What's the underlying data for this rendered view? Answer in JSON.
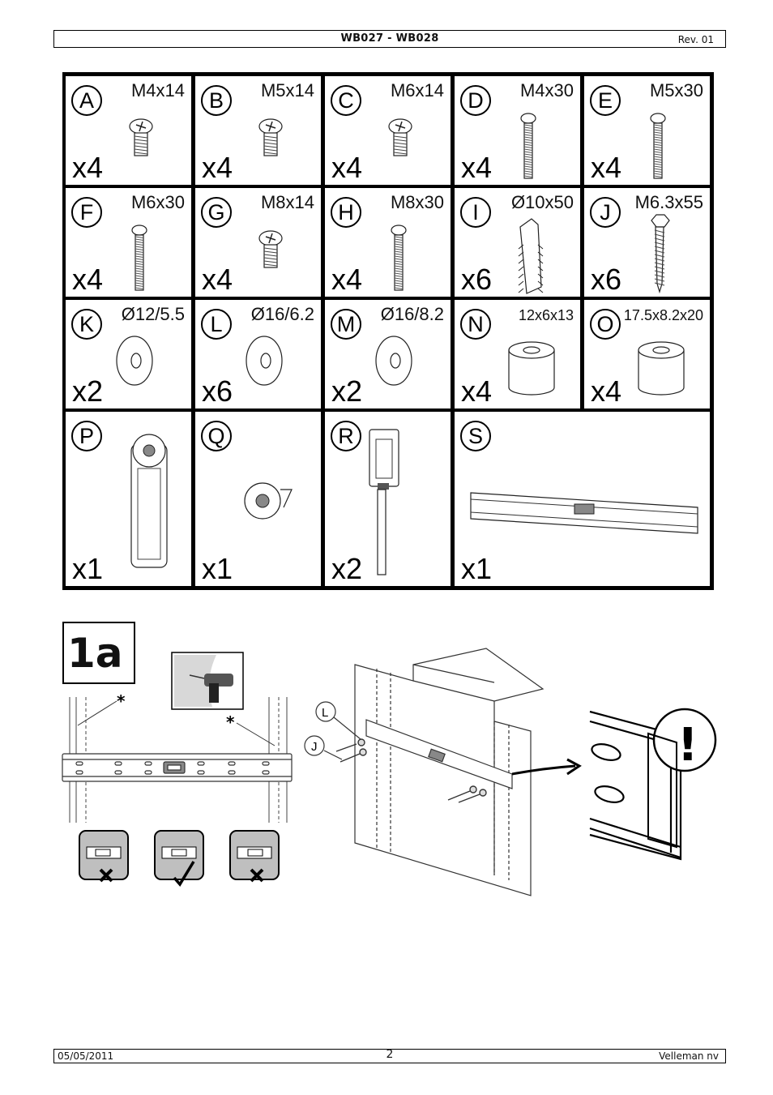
{
  "header": {
    "title": "WB027 - WB028",
    "revision": "Rev. 01"
  },
  "parts": [
    {
      "letter": "A",
      "size": "M4x14",
      "qty": "x4",
      "icon": "screw-short-icon"
    },
    {
      "letter": "B",
      "size": "M5x14",
      "qty": "x4",
      "icon": "screw-short-icon"
    },
    {
      "letter": "C",
      "size": "M6x14",
      "qty": "x4",
      "icon": "screw-short-icon"
    },
    {
      "letter": "D",
      "size": "M4x30",
      "qty": "x4",
      "icon": "screw-long-icon"
    },
    {
      "letter": "E",
      "size": "M5x30",
      "qty": "x4",
      "icon": "screw-long-icon"
    },
    {
      "letter": "F",
      "size": "M6x30",
      "qty": "x4",
      "icon": "screw-long-icon"
    },
    {
      "letter": "G",
      "size": "M8x14",
      "qty": "x4",
      "icon": "screw-short-icon"
    },
    {
      "letter": "H",
      "size": "M8x30",
      "qty": "x4",
      "icon": "screw-long-icon"
    },
    {
      "letter": "I",
      "size": "Ø10x50",
      "qty": "x6",
      "icon": "wall-plug-icon"
    },
    {
      "letter": "J",
      "size": "M6.3x55",
      "qty": "x6",
      "icon": "lag-bolt-icon"
    },
    {
      "letter": "K",
      "size": "Ø12/5.5",
      "qty": "x2",
      "icon": "washer-icon"
    },
    {
      "letter": "L",
      "size": "Ø16/6.2",
      "qty": "x6",
      "icon": "washer-icon"
    },
    {
      "letter": "M",
      "size": "Ø16/8.2",
      "qty": "x2",
      "icon": "washer-icon"
    },
    {
      "letter": "N",
      "size": "12x6x13",
      "qty": "x4",
      "icon": "spacer-icon"
    },
    {
      "letter": "O",
      "size": "17.5x8.2x20",
      "qty": "x4",
      "icon": "spacer-icon"
    },
    {
      "letter": "P",
      "size": "",
      "qty": "x1",
      "icon": "bracket-arm-icon"
    },
    {
      "letter": "Q",
      "size": "",
      "qty": "x1",
      "icon": "cam-wheel-icon"
    },
    {
      "letter": "R",
      "size": "",
      "qty": "x2",
      "icon": "hanging-hook-icon"
    },
    {
      "letter": "S",
      "size": "",
      "qty": "x1",
      "icon": "wall-plate-icon"
    }
  ],
  "figure": {
    "label": "1a",
    "asterisk": "*",
    "callouts": [
      "L",
      "J"
    ],
    "attention": "!",
    "level_icons": [
      "level-wrong-icon",
      "level-correct-icon",
      "level-wrong-icon"
    ]
  },
  "footer": {
    "date": "05/05/2011",
    "page": "2",
    "company": "Velleman nv"
  }
}
